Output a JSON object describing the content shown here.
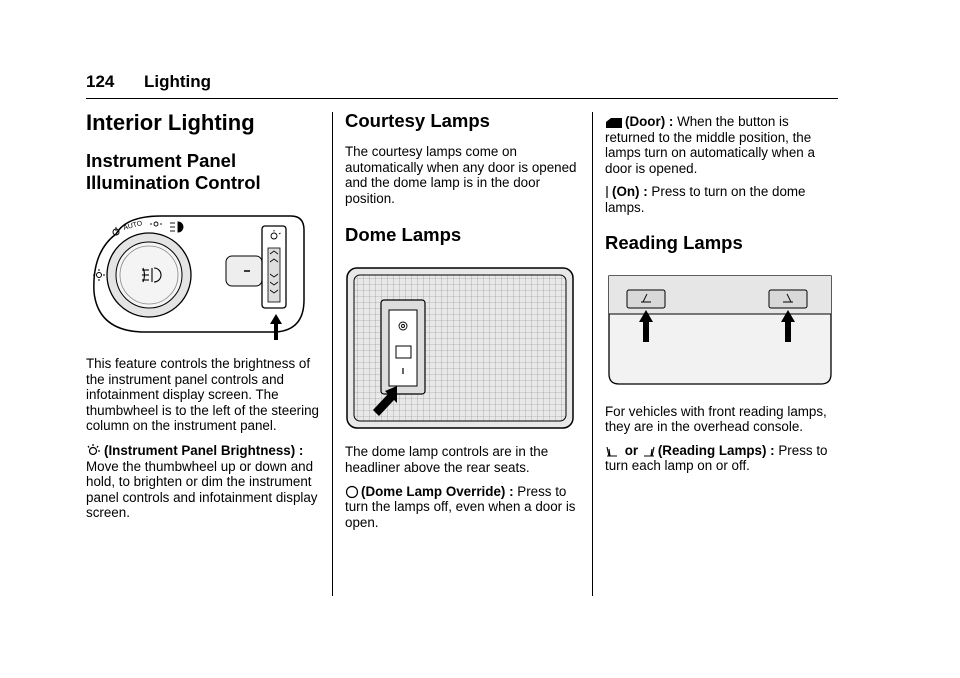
{
  "header": {
    "page_number": "124",
    "section": "Lighting"
  },
  "col1": {
    "title": "Interior Lighting",
    "subtitle": "Instrument Panel Illumination Control",
    "fig_labels": {
      "auto": "AUTO"
    },
    "para1": "This feature controls the brightness of the instrument panel controls and infotainment display screen. The thumbwheel is to the left of the steering column on the instrument panel.",
    "ip_label": "(Instrument Panel Brightness) :",
    "ip_text": " Move the thumbwheel up or down and hold, to brighten or dim the instrument panel controls and infotainment display screen."
  },
  "col2": {
    "courtesy_title": "Courtesy Lamps",
    "courtesy_text": "The courtesy lamps come on automatically when any door is opened and the dome lamp is in the door position.",
    "dome_title": "Dome Lamps",
    "dome_text": "The dome lamp controls are in the headliner above the rear seats.",
    "override_label": "(Dome Lamp Override) :",
    "override_text": " Press to turn the lamps off, even when a door is open."
  },
  "col3": {
    "door_label": "(Door) :",
    "door_text": " When the button is returned to the middle position, the lamps turn on automatically when a door is opened.",
    "on_label": "(On) :",
    "on_text": " Press to turn on the dome lamps.",
    "reading_title": "Reading Lamps",
    "reading_text": "For vehicles with front reading lamps, they are in the overhead console.",
    "reading_or": " or ",
    "reading_label": "(Reading Lamps) :",
    "reading_press": " Press to turn each lamp on or off."
  }
}
